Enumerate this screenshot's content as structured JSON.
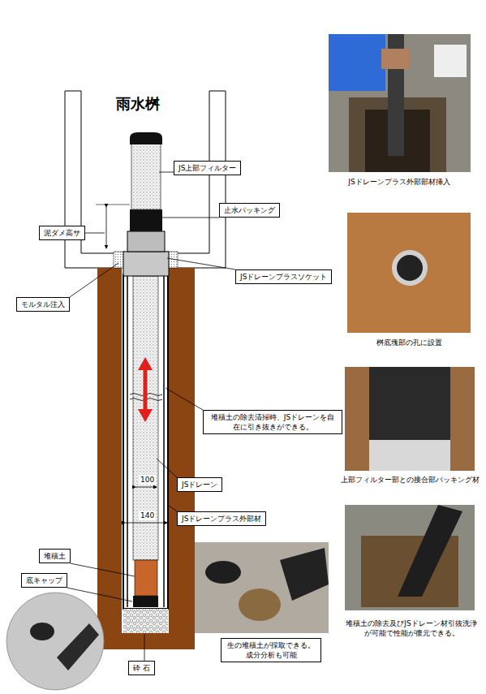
{
  "diagram": {
    "title": "雨水桝",
    "nodes": [
      {
        "text": [
          "JS上部フィルター"
        ]
      },
      {
        "text": [
          "止水パッキング"
        ]
      },
      {
        "text": [
          "泥ダメ高サ"
        ]
      },
      {
        "text": [
          "JSドレーンプラスソケット"
        ]
      },
      {
        "text": [
          "モルタル注入"
        ]
      },
      {
        "text": [
          "堆積土の除去清掃時、JSドレーンを自在に引き抜きができる。"
        ]
      },
      {
        "text": [
          "JSドレーン"
        ]
      },
      {
        "text": [
          "JSドレーンプラス外部材"
        ]
      },
      {
        "text": [
          "堆積土"
        ]
      },
      {
        "text": [
          "底キャップ"
        ]
      },
      {
        "text": [
          "砕 石"
        ]
      },
      {
        "text": [
          "生の堆積土が採取できる。 成分分析も可能"
        ]
      }
    ],
    "labels": [
      "100",
      "140",
      "JSドレーンプラス外部部材挿入",
      "桝底塊部の孔に設置",
      "上部フィルター部との接合部パッキング材",
      "堆積土の除去及びJSドレーン材引抜洗浄が可能で性能が復元できる。"
    ]
  }
}
